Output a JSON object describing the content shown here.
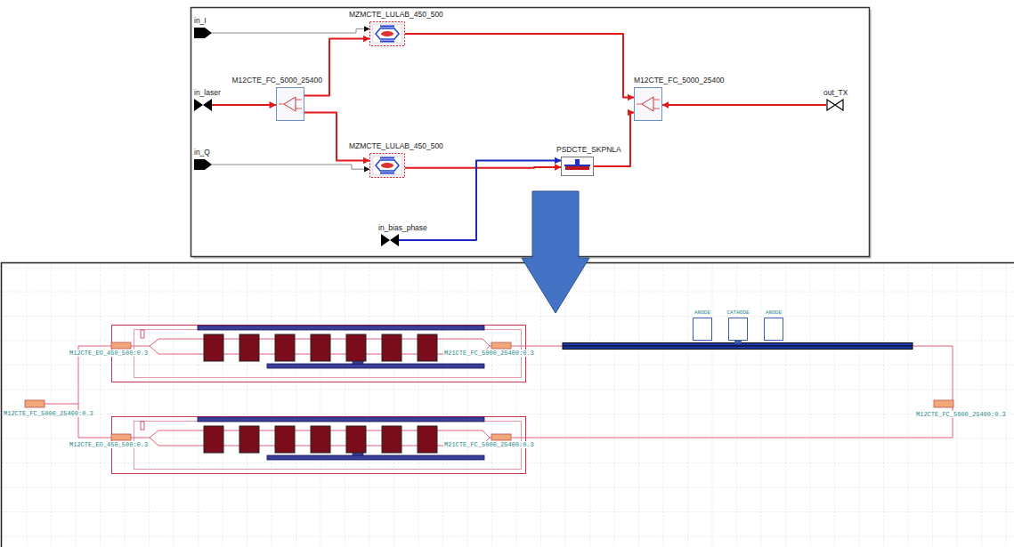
{
  "diagram": {
    "nodes": [
      {
        "text": [
          "in_I"
        ]
      },
      {
        "text": [
          "MZMCTE_LULAB_450_500"
        ]
      },
      {
        "text": [
          "in_laser"
        ]
      },
      {
        "text": [
          "M12CTE_FC_5000_25400"
        ]
      },
      {
        "text": [
          "M12CTE_FC_5000_25400"
        ]
      },
      {
        "text": [
          "out_TX"
        ]
      },
      {
        "text": [
          "in_Q"
        ]
      },
      {
        "text": [
          "MZMCTE_LULAB_450_500"
        ]
      },
      {
        "text": [
          "PSDCTE_SKPNLA"
        ]
      },
      {
        "text": [
          "in_bias_phase"
        ]
      },
      {
        "text": [
          "ANODE"
        ]
      },
      {
        "text": [
          "CATHODE"
        ]
      },
      {
        "text": [
          "ANODE"
        ]
      }
    ],
    "edges": [
      {
        "from": 0,
        "to": 1,
        "arrow": "to"
      },
      {
        "from": 2,
        "to": 3,
        "arrow": "to"
      },
      {
        "from": 3,
        "to": 1,
        "arrow": "to"
      },
      {
        "from": 3,
        "to": 7,
        "arrow": "to"
      },
      {
        "from": 1,
        "to": 4,
        "arrow": "to"
      },
      {
        "from": 6,
        "to": 7,
        "arrow": "to"
      },
      {
        "from": 7,
        "to": 8,
        "arrow": "to"
      },
      {
        "from": 9,
        "to": 8,
        "arrow": "to"
      },
      {
        "from": 8,
        "to": 4,
        "arrow": "to"
      },
      {
        "from": 5,
        "to": 4,
        "arrow": "to"
      }
    ],
    "labels": [
      "M12CTE_EO_450_500:0.3",
      "M21CTE_FC_5000_25400:0.3",
      "M12CTE_FC_5000_25400:0.3",
      "M12CTE_FC_5000_25400:0.3",
      "M12CTE_EO_450_500:0.3",
      "M21CTE_FC_5000_25400:0.3"
    ]
  }
}
